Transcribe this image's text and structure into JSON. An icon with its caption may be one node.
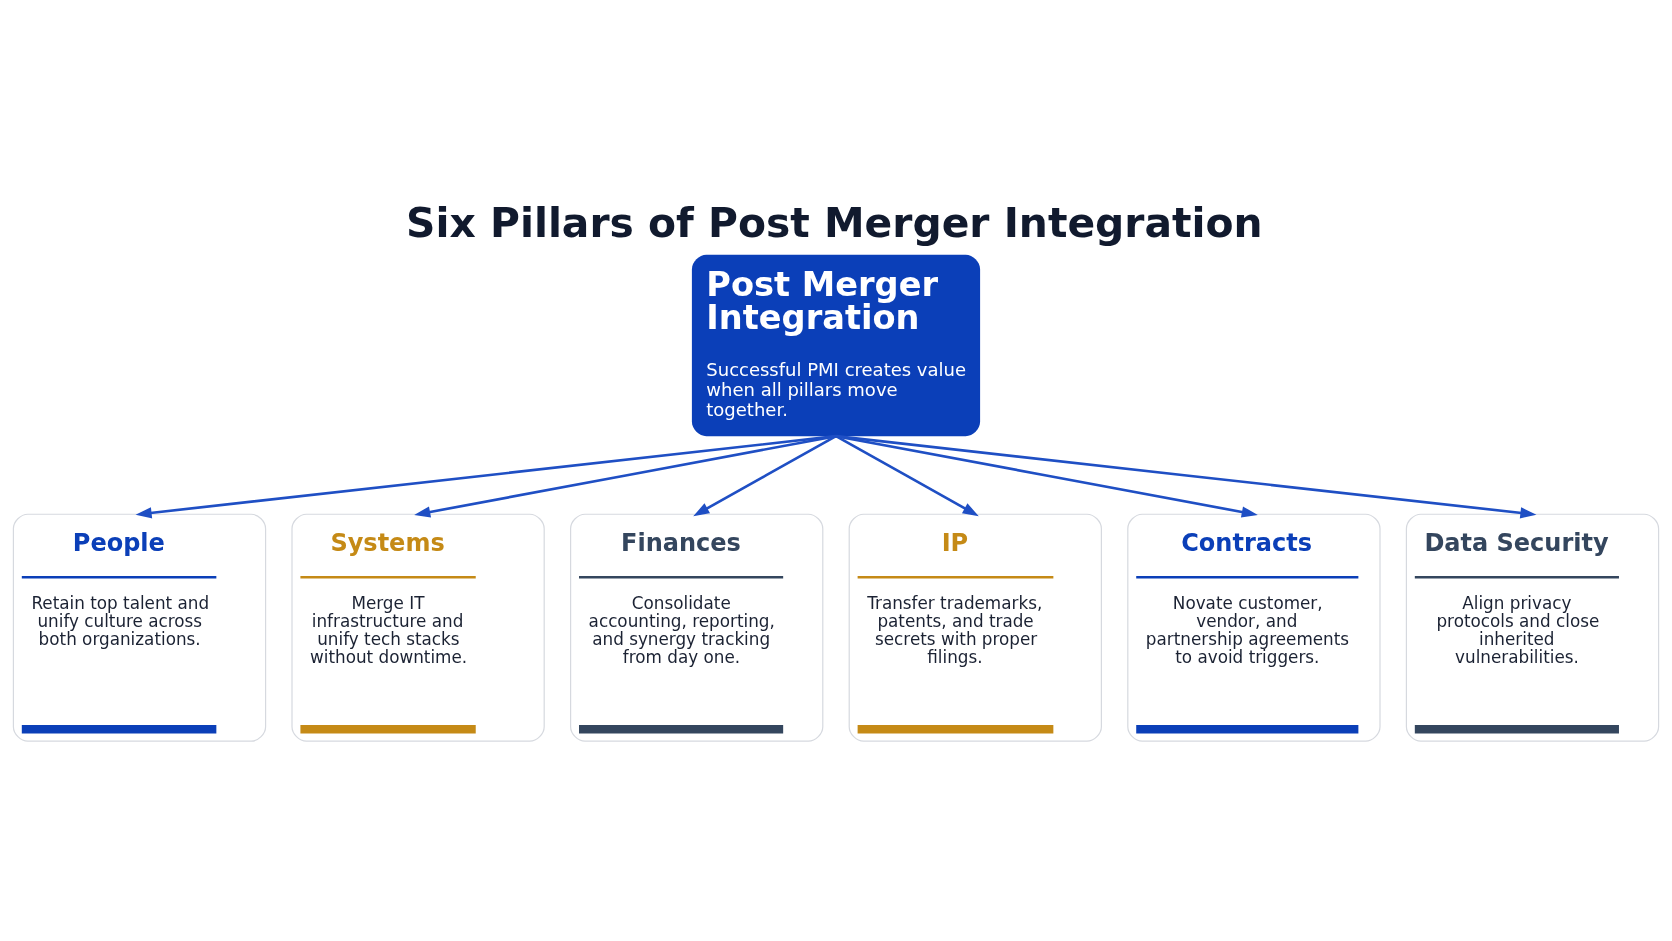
{
  "diagram": {
    "title": "Six Pillars of Post Merger Integration",
    "nodes": [
      {
        "text": [
          "Post Merger Integration",
          "Successful PMI creates value when all pillars move together."
        ]
      },
      {
        "text": [
          "People",
          "Retain top talent and unify culture across both organizations."
        ]
      },
      {
        "text": [
          "Systems",
          "Merge IT infrastructure and unify tech stacks without downtime."
        ]
      },
      {
        "text": [
          "Finances",
          "Consolidate accounting, reporting, and synergy tracking from day one."
        ]
      },
      {
        "text": [
          "IP",
          "Transfer trademarks, patents, and trade secrets with proper filings."
        ]
      },
      {
        "text": [
          "Contracts",
          "Novate customer, vendor, and partnership agreements to avoid triggers."
        ]
      },
      {
        "text": [
          "Data Security",
          "Align privacy protocols and close inherited vulnerabilities."
        ]
      }
    ],
    "edges": [
      {
        "from": 0,
        "to": 1,
        "arrow": "to"
      },
      {
        "from": 0,
        "to": 2,
        "arrow": "to"
      },
      {
        "from": 0,
        "to": 3,
        "arrow": "to"
      },
      {
        "from": 0,
        "to": 4,
        "arrow": "to"
      },
      {
        "from": 0,
        "to": 5,
        "arrow": "to"
      },
      {
        "from": 0,
        "to": 6,
        "arrow": "to"
      }
    ]
  }
}
